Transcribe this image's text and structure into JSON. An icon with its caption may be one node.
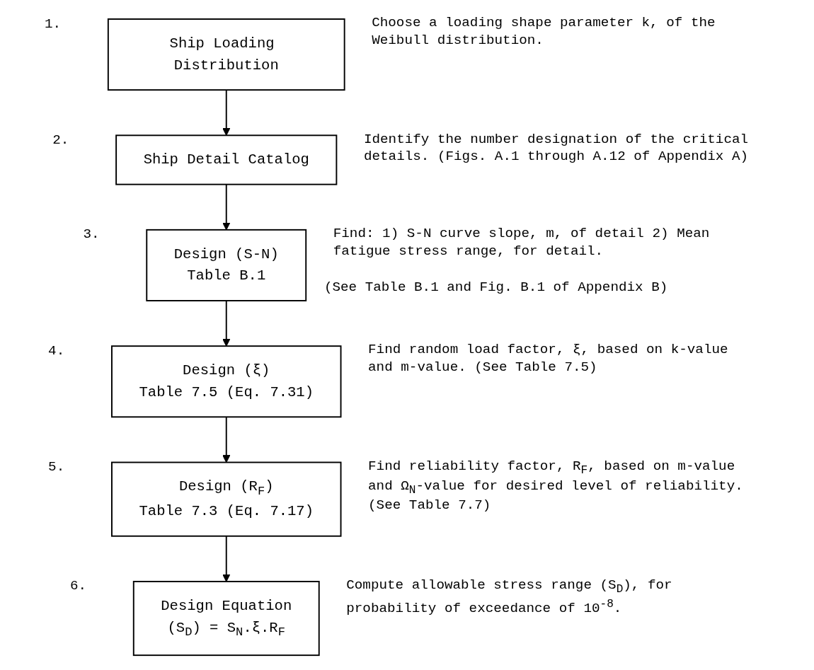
{
  "diagram": {
    "nodes": [
      {
        "text": [
          "Ship Loading Distribution"
        ],
        "beside": [
          "1.",
          "Choose a loading shape parameter k, of the Weibull distribution."
        ]
      },
      {
        "text": [
          "Ship Detail Catalog"
        ],
        "beside": [
          "2.",
          "Identify the number designation of the critical details. (Figs. A.1 through A.12 of Appendix A)"
        ]
      },
      {
        "text": [
          "Design (S-N)",
          "Table B.1"
        ],
        "beside": [
          "3.",
          "Find: 1) S-N curve slope, m, of detail 2) Mean fatigue stress range, for detail.",
          "(See Table B.1 and Fig. B.1 of Appendix B)"
        ]
      },
      {
        "text": [
          "Design (ξ)",
          "Table 7.5 (Eq. 7.31)"
        ],
        "beside": [
          "4.",
          "Find random load factor, ξ, based on k-value and m-value. (See Table 7.5)"
        ]
      },
      {
        "text": [
          "Design (R$_{F}$)",
          "Table 7.3 (Eq. 7.17)"
        ],
        "beside": [
          "5.",
          "Find reliability factor, R$_{F}$, based on m-value and Ω$_{N}$-value for desired level of reliability. (See Table 7.7)"
        ]
      },
      {
        "text": [
          "Design Equation",
          "(S$_{D}$) = S$_{N}$.ξ.R$_{F}$"
        ],
        "beside": [
          "6.",
          "Compute allowable stress range (S$_{D}$), for probability of exceedance of 10$^{-8}$."
        ]
      }
    ],
    "edges": [
      {
        "from": 0,
        "to": 1,
        "arrow": "to"
      },
      {
        "from": 1,
        "to": 2,
        "arrow": "to"
      },
      {
        "from": 2,
        "to": 3,
        "arrow": "to"
      },
      {
        "from": 3,
        "to": 4,
        "arrow": "to"
      },
      {
        "from": 4,
        "to": 5,
        "arrow": "to"
      }
    ]
  }
}
